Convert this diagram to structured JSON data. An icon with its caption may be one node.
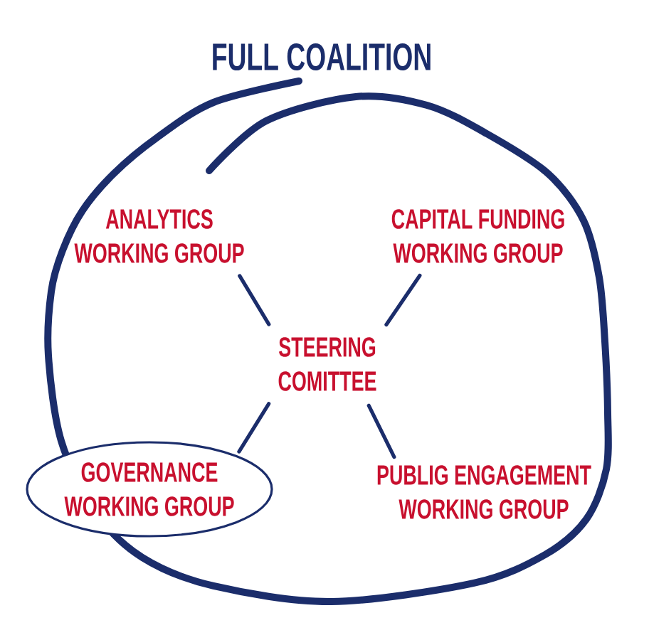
{
  "diagram": {
    "nodes": [
      {
        "text": [
          "FULL COALITION"
        ]
      },
      {
        "text": [
          "ANALYTICS WORKING GROUP"
        ],
        "in": 0
      },
      {
        "text": [
          "CAPITAL FUNDING WORKING GROUP"
        ],
        "in": 0
      },
      {
        "text": [
          "STEERING COMITTEE"
        ],
        "in": 0
      },
      {
        "text": [
          "GOVERNANCE WORKING GROUP"
        ]
      },
      {
        "text": [
          "PUBLIG ENGAGEMENT WORKING GROUP"
        ],
        "in": 0
      }
    ],
    "edges": [
      {
        "from": 3,
        "to": 1,
        "arrow": "none"
      },
      {
        "from": 3,
        "to": 2,
        "arrow": "none"
      },
      {
        "from": 3,
        "to": 4,
        "arrow": "none"
      },
      {
        "from": 3,
        "to": 5,
        "arrow": "none"
      }
    ]
  }
}
